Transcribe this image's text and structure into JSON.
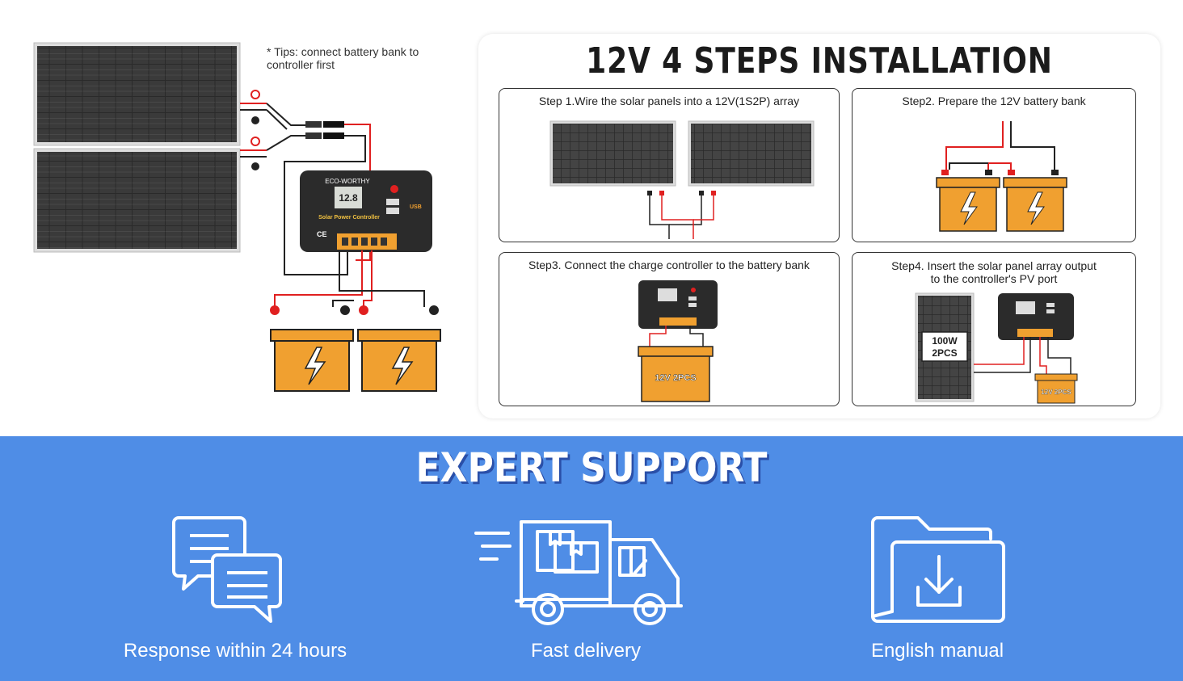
{
  "tip": "* Tips: connect battery bank to controller first",
  "controller": {
    "brand": "ECO-WORTHY",
    "display": "12.8",
    "label": "Solar Power Controller",
    "usb": "USB"
  },
  "installation": {
    "title": "12V 4 STEPS INSTALLATION",
    "steps": [
      {
        "label": "Step 1.Wire the solar panels into a 12V(1S2P) array"
      },
      {
        "label": "Step2. Prepare the 12V battery bank"
      },
      {
        "label": "Step3. Connect the charge controller to the battery bank"
      },
      {
        "label_line1": "Step4. Insert the solar panel array output",
        "label_line2": "to the controller's PV port"
      }
    ],
    "battery_label_step3": "12V 2PCS",
    "panel_badge_line1": "100W",
    "panel_badge_line2": "2PCS",
    "battery_label_step4": "12V 2PCS"
  },
  "support": {
    "title": "EXPERT SUPPORT",
    "features": [
      {
        "label": "Response within 24 hours",
        "icon": "chat-bubbles-icon"
      },
      {
        "label": "Fast delivery",
        "icon": "delivery-truck-icon"
      },
      {
        "label": "English manual",
        "icon": "download-folder-icon"
      }
    ]
  },
  "colors": {
    "support_bg": "#4f8de6",
    "battery_orange": "#f0a030",
    "wire_red": "#e02020",
    "panel_dark": "#2a2a2a"
  }
}
